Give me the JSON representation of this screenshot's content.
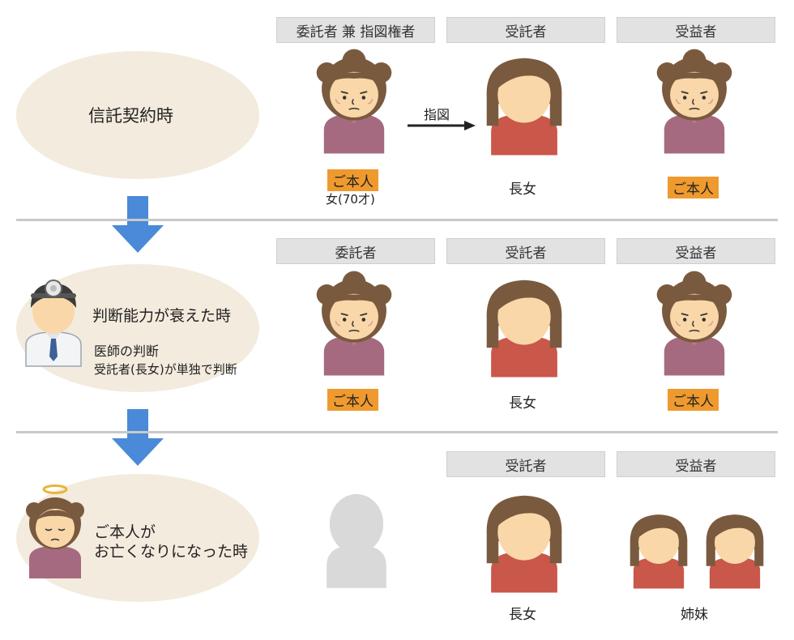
{
  "stages": [
    {
      "title": "信託契約時",
      "roles": [
        "委託者 兼 指図権者",
        "受託者",
        "受益者"
      ],
      "arrow_label": "指図",
      "person_badge_1": "ご本人",
      "person_note_1": "女(70才)",
      "person_label_2": "長女",
      "person_badge_3": "ご本人"
    },
    {
      "title": "判断能力が衰えた時",
      "sub_1": "医師の判断",
      "sub_2": "受託者(長女)が単独で判断",
      "roles": [
        "委託者",
        "受託者",
        "受益者"
      ],
      "person_badge_1": "ご本人",
      "person_label_2": "長女",
      "person_badge_3": "ご本人"
    },
    {
      "title_1": "ご本人が",
      "title_2": "お亡くなりになった時",
      "roles": [
        "受託者",
        "受益者"
      ],
      "person_label_2": "長女",
      "person_label_3": "姉妹"
    }
  ],
  "colors": {
    "ellipse": "#f3ebdd",
    "role_header": "#e2e2e2",
    "badge": "#ef9a2e",
    "down_arrow": "#4a8ad8",
    "hair": "#7a5a3e",
    "face": "#f9d7a8",
    "elder_shirt": "#a66a80",
    "daughter_shirt": "#c9574a",
    "silhouette": "#d9d9d9"
  },
  "icons": [
    "elderly-woman-icon",
    "daughter-icon",
    "doctor-icon",
    "deceased-angel-icon",
    "silhouette-icon",
    "down-arrow-icon",
    "right-arrow-icon"
  ]
}
